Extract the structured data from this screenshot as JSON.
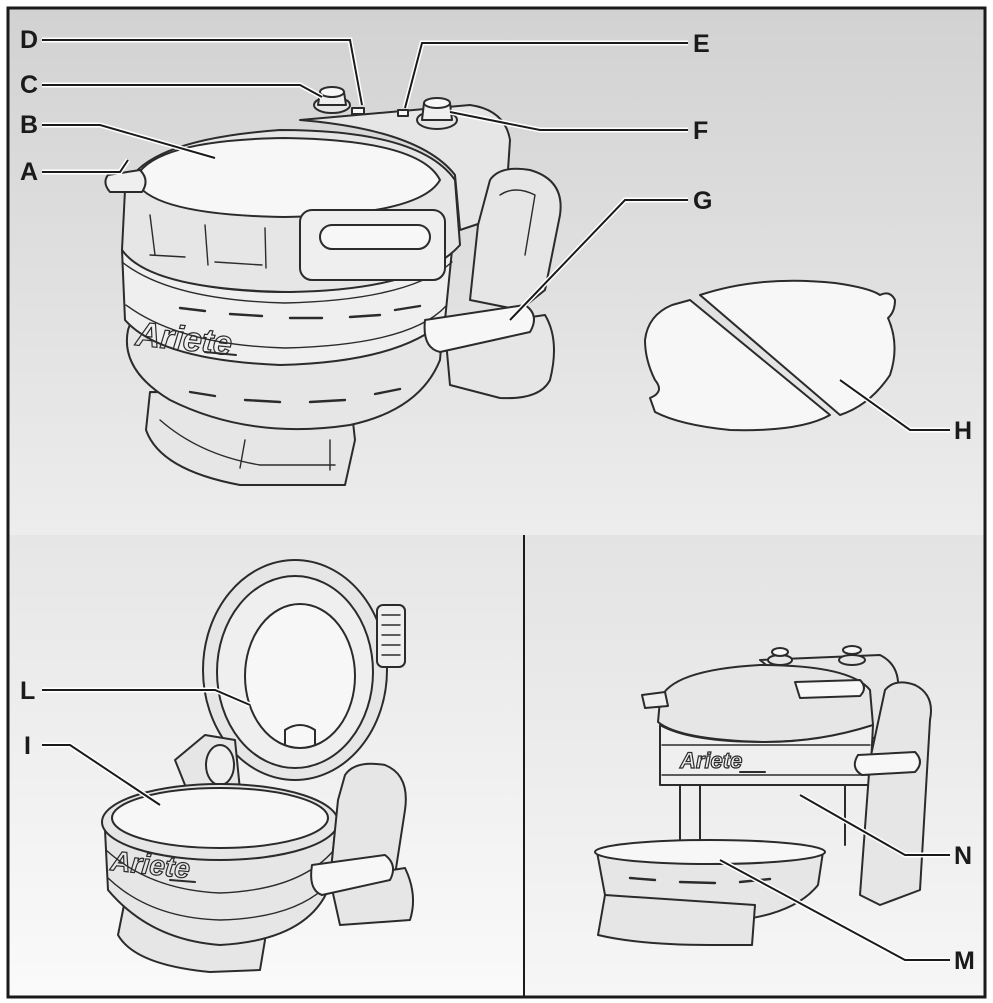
{
  "brand": "Ariete",
  "callouts": {
    "A": "A",
    "B": "B",
    "C": "C",
    "D": "D",
    "E": "E",
    "F": "F",
    "G": "G",
    "H": "H",
    "I": "I",
    "L": "L",
    "M": "M",
    "N": "N"
  },
  "colors": {
    "background_top": "#d4d4d4",
    "background_bottom": "#f5f5f5",
    "frame": "#1a1a1a",
    "line_art": "#2b2b2b"
  }
}
